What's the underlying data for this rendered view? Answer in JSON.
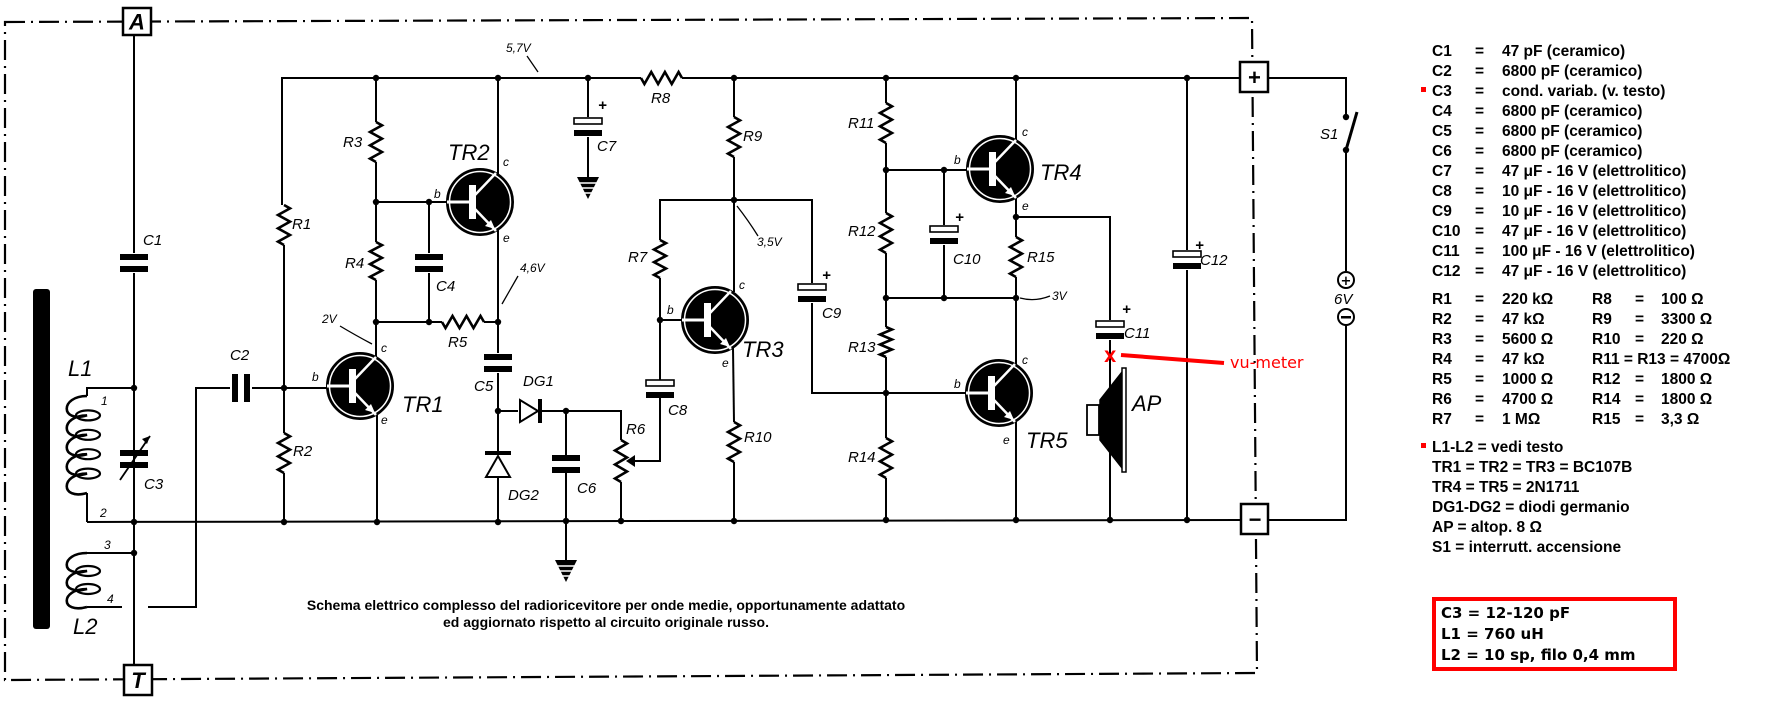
{
  "colors": {
    "ink": "#000000",
    "annotation": "#ff0000"
  },
  "frame": {
    "terminal_a": "A",
    "terminal_t": "T",
    "plus": "+",
    "minus": "−"
  },
  "labels": {
    "R1": "R1",
    "R2": "R2",
    "R3": "R3",
    "R4": "R4",
    "R5": "R5",
    "R6": "R6",
    "R7": "R7",
    "R8": "R8",
    "R9": "R9",
    "R10": "R10",
    "R11": "R11",
    "R12": "R12",
    "R13": "R13",
    "R14": "R14",
    "R15": "R15",
    "C1": "C1",
    "C2": "C2",
    "C3": "C3",
    "C4": "C4",
    "C5": "C5",
    "C6": "C6",
    "C7": "C7",
    "C8": "C8",
    "C9": "C9",
    "C10": "C10",
    "C11": "C11",
    "C12": "C12",
    "TR1": "TR1",
    "TR2": "TR2",
    "TR3": "TR3",
    "TR4": "TR4",
    "TR5": "TR5",
    "DG1": "DG1",
    "DG2": "DG2",
    "L1": "L1",
    "L2": "L2",
    "AP": "AP",
    "S1": "S1",
    "battery": "6V",
    "plus_sign": "+",
    "tap1": "1",
    "tap2": "2",
    "tap3": "3",
    "tap4": "4",
    "pin_b": "b",
    "pin_c": "c",
    "pin_e": "e"
  },
  "voltages": {
    "v57": "5,7V",
    "v46": "4,6V",
    "v2": "2V",
    "v35": "3,5V",
    "v3": "3V"
  },
  "caption": [
    "Schema elettrico complesso del radioricevitore per onde medie, opportunamente adattato",
    "ed aggiornato rispetto al circuito originale russo."
  ],
  "annotation": {
    "marker": "X",
    "text": "vu-meter"
  },
  "legend": {
    "capacitors": [
      {
        "ref": "C1",
        "eq": "=",
        "value": "47 pF (ceramico)",
        "marked": false
      },
      {
        "ref": "C2",
        "eq": "=",
        "value": "6800 pF (ceramico)",
        "marked": false
      },
      {
        "ref": "C3",
        "eq": "=",
        "value": "cond. variab. (v. testo)",
        "marked": true
      },
      {
        "ref": "C4",
        "eq": "=",
        "value": "6800 pF (ceramico)",
        "marked": false
      },
      {
        "ref": "C5",
        "eq": "=",
        "value": "6800 pF (ceramico)",
        "marked": false
      },
      {
        "ref": "C6",
        "eq": "=",
        "value": "6800 pF (ceramico)",
        "marked": false
      },
      {
        "ref": "C7",
        "eq": "=",
        "value": "47 μF - 16 V (elettrolitico)",
        "marked": false
      },
      {
        "ref": "C8",
        "eq": "=",
        "value": "10 μF - 16 V (elettrolitico)",
        "marked": false
      },
      {
        "ref": "C9",
        "eq": "=",
        "value": "10 μF - 16 V (elettrolitico)",
        "marked": false
      },
      {
        "ref": "C10",
        "eq": "=",
        "value": "47 μF - 16 V (elettrolitico)",
        "marked": false
      },
      {
        "ref": "C11",
        "eq": "=",
        "value": "100 μF - 16 V (elettrolitico)",
        "marked": false
      },
      {
        "ref": "C12",
        "eq": "=",
        "value": "47 μF - 16 V (elettrolitico)",
        "marked": false
      }
    ],
    "resistors_left": [
      {
        "ref": "R1",
        "eq": "=",
        "value": "220 kΩ"
      },
      {
        "ref": "R2",
        "eq": "=",
        "value": "47 kΩ"
      },
      {
        "ref": "R3",
        "eq": "=",
        "value": "5600 Ω"
      },
      {
        "ref": "R4",
        "eq": "=",
        "value": "47 kΩ"
      },
      {
        "ref": "R5",
        "eq": "=",
        "value": "1000 Ω"
      },
      {
        "ref": "R6",
        "eq": "=",
        "value": "4700 Ω"
      },
      {
        "ref": "R7",
        "eq": "=",
        "value": "1 MΩ"
      }
    ],
    "resistors_right": [
      {
        "ref": "R8",
        "eq": "=",
        "value": "100 Ω"
      },
      {
        "ref": "R9",
        "eq": "=",
        "value": "3300 Ω"
      },
      {
        "ref": "R10",
        "eq": "=",
        "value": "220 Ω"
      },
      {
        "ref": "R11 = R13 = 4700Ω",
        "eq": "",
        "value": ""
      },
      {
        "ref": "R12",
        "eq": "=",
        "value": "1800 Ω"
      },
      {
        "ref": "R14",
        "eq": "=",
        "value": "1800 Ω"
      },
      {
        "ref": "R15",
        "eq": "=",
        "value": "3,3 Ω"
      }
    ],
    "others": [
      {
        "text": "L1-L2  =  vedi testo",
        "marked": true
      },
      {
        "text": "TR1 =  TR2  =  TR3  =  BC107B",
        "marked": false
      },
      {
        "text": "TR4 =  TR5  =  2N1711",
        "marked": false
      },
      {
        "text": "DG1-DG2  =  diodi germanio",
        "marked": false
      },
      {
        "text": "AP  =  altop. 8 Ω",
        "marked": false
      },
      {
        "text": "S1  =  interrutt. accensione",
        "marked": false
      }
    ]
  },
  "notes_box": [
    "C3 = 12-120 pF",
    "L1 = 760 uH",
    "L2 = 10 sp, filo 0,4 mm"
  ]
}
